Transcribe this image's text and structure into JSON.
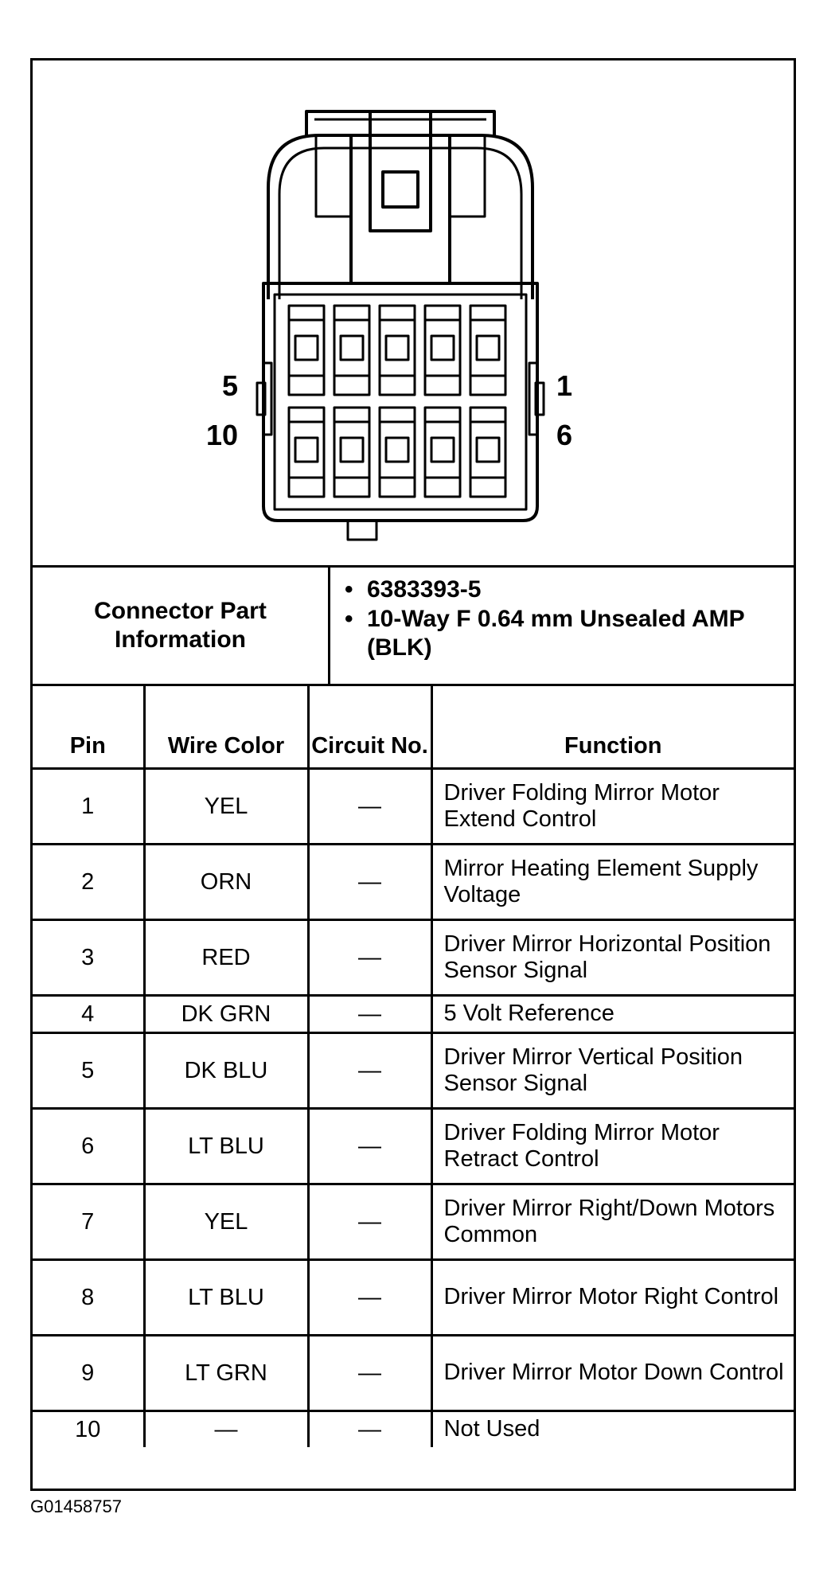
{
  "connector": {
    "pin_labels": {
      "left_top": "5",
      "left_bottom": "10",
      "right_top": "1",
      "right_bottom": "6"
    }
  },
  "part_info": {
    "label": "Connector Part Information",
    "items": [
      "6383393-5",
      "10-Way F 0.64 mm Unsealed AMP (BLK)"
    ]
  },
  "table": {
    "headers": {
      "pin": "Pin",
      "wire_color": "Wire Color",
      "circuit": "Circuit No.",
      "function": "Function"
    },
    "rows": [
      {
        "pin": "1",
        "wire": "YEL",
        "circuit": "—",
        "function": "Driver Folding Mirror Motor Extend Control"
      },
      {
        "pin": "2",
        "wire": "ORN",
        "circuit": "—",
        "function": "Mirror Heating Element Supply Voltage"
      },
      {
        "pin": "3",
        "wire": "RED",
        "circuit": "—",
        "function": "Driver Mirror Horizontal Position Sensor Signal"
      },
      {
        "pin": "4",
        "wire": "DK GRN",
        "circuit": "—",
        "function": "5 Volt Reference"
      },
      {
        "pin": "5",
        "wire": "DK BLU",
        "circuit": "—",
        "function": "Driver Mirror Vertical Position Sensor Signal"
      },
      {
        "pin": "6",
        "wire": "LT BLU",
        "circuit": "—",
        "function": "Driver Folding Mirror Motor Retract Control"
      },
      {
        "pin": "7",
        "wire": "YEL",
        "circuit": "—",
        "function": "Driver Mirror Right/Down Motors Common"
      },
      {
        "pin": "8",
        "wire": "LT BLU",
        "circuit": "—",
        "function": "Driver Mirror Motor Right Control"
      },
      {
        "pin": "9",
        "wire": "LT GRN",
        "circuit": "—",
        "function": "Driver Mirror Motor Down Control"
      },
      {
        "pin": "10",
        "wire": "—",
        "circuit": "—",
        "function": "Not Used"
      }
    ]
  },
  "footer_id": "G01458757"
}
